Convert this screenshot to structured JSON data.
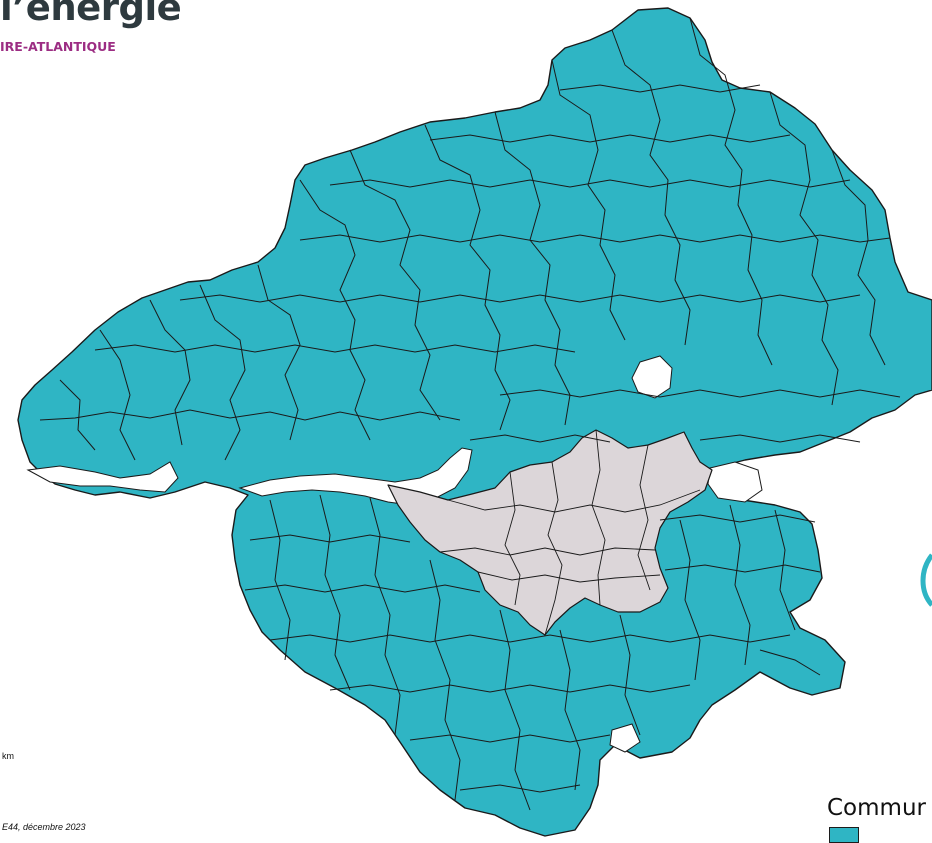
{
  "header": {
    "title": "l’énergie",
    "subtitle": "IRE-ATLANTIQUE"
  },
  "scale": {
    "unit": "km"
  },
  "credit": "E44, décembre 2023",
  "legend": {
    "title": "Commur"
  },
  "colors": {
    "commune_fill": "#2fb5c4",
    "metropole_fill": "#dcd6d9",
    "boundary": "#1a1a1a",
    "title": "#2e3a3f",
    "subtitle": "#9c2d83"
  },
  "icons": {
    "map": "map-icon"
  }
}
